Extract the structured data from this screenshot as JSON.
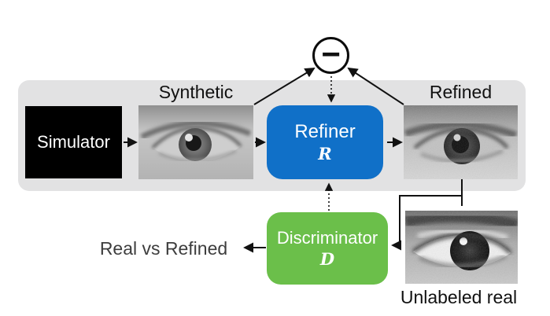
{
  "labels": {
    "synthetic": "Synthetic",
    "refined": "Refined",
    "unlabeled_real": "Unlabeled real",
    "real_vs_refined": "Real vs Refined"
  },
  "nodes": {
    "simulator": {
      "label": "Simulator",
      "color": "#000000"
    },
    "refiner": {
      "label": "Refiner",
      "symbol": "R",
      "color": "#1070c8"
    },
    "discriminator": {
      "label": "Discriminator",
      "symbol": "D",
      "color": "#6bbf4a"
    },
    "minus": {
      "symbol": "−"
    }
  },
  "colors": {
    "band": "#e2e2e3",
    "refiner_blue": "#1070c8",
    "discriminator_green": "#6bbf4a",
    "text_dark": "#111111",
    "text_muted": "#3d3d3d",
    "arrow": "#111111"
  }
}
